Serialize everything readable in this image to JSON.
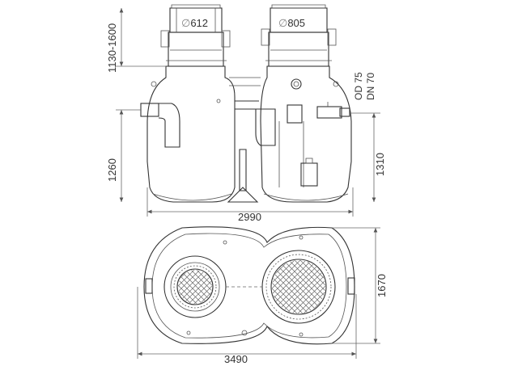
{
  "dimensions": {
    "cover_left": "612",
    "cover_right": "805",
    "diameter_symbol": "∅",
    "height_range": "1130-1600",
    "height_left": "1260",
    "height_right": "1310",
    "pipe_od": "OD 75",
    "pipe_dn": "DN 70",
    "width_side": "2990",
    "width_top": "3490",
    "depth_top": "1670"
  }
}
